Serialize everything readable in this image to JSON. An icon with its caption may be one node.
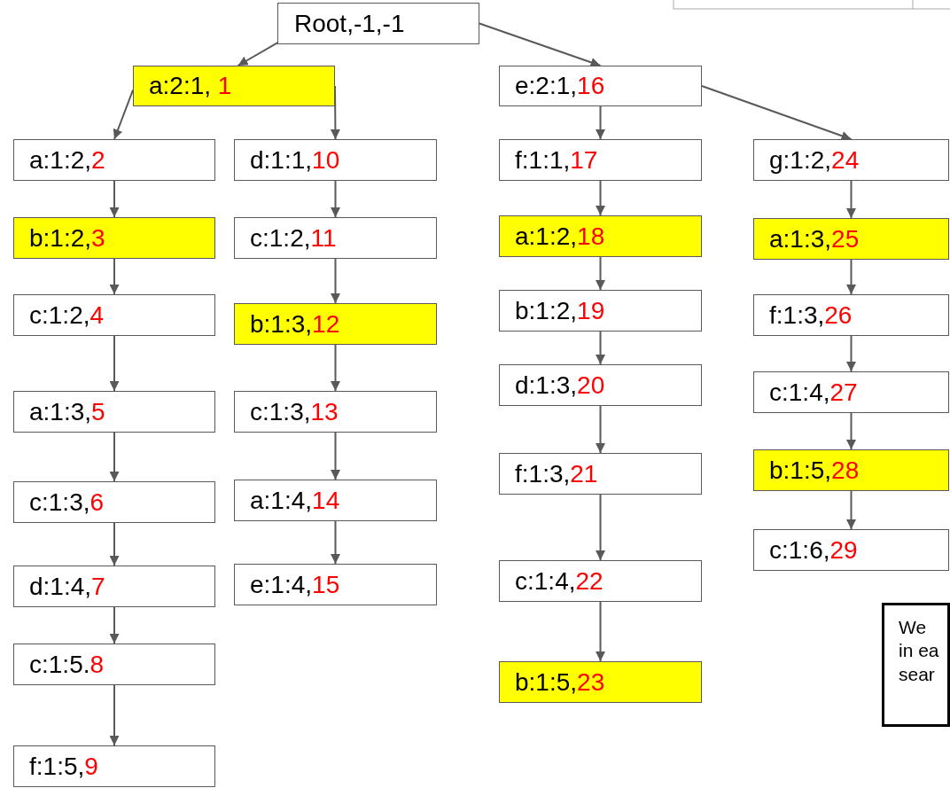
{
  "diagram": {
    "nodes": [
      {
        "text": [
          "Root,-1,-1"
        ]
      },
      {
        "text": [
          "a:2:1, ",
          "1"
        ]
      },
      {
        "text": [
          "a:1:2,",
          "2"
        ]
      },
      {
        "text": [
          "b:1:2,",
          "3"
        ]
      },
      {
        "text": [
          "c:1:2,",
          "4"
        ]
      },
      {
        "text": [
          "a:1:3,",
          "5"
        ]
      },
      {
        "text": [
          "c:1:3,",
          "6"
        ]
      },
      {
        "text": [
          "d:1:4,",
          "7"
        ]
      },
      {
        "text": [
          "c:1:5.",
          "8"
        ]
      },
      {
        "text": [
          "f:1:5,",
          "9"
        ]
      },
      {
        "text": [
          "d:1:1,",
          "10"
        ]
      },
      {
        "text": [
          "c:1:2,",
          "11"
        ]
      },
      {
        "text": [
          "b:1:3,",
          "12"
        ]
      },
      {
        "text": [
          "c:1:3,",
          "13"
        ]
      },
      {
        "text": [
          "a:1:4,",
          "14"
        ]
      },
      {
        "text": [
          "e:1:4,",
          "15"
        ]
      },
      {
        "text": [
          "e:2:1,",
          "16"
        ]
      },
      {
        "text": [
          "f:1:1,",
          "17"
        ]
      },
      {
        "text": [
          "a:1:2,",
          "18"
        ]
      },
      {
        "text": [
          "b:1:2,",
          "19"
        ]
      },
      {
        "text": [
          "d:1:3,",
          "20"
        ]
      },
      {
        "text": [
          "f:1:3,",
          "21"
        ]
      },
      {
        "text": [
          "c:1:4,",
          "22"
        ]
      },
      {
        "text": [
          "b:1:5,",
          "23"
        ]
      },
      {
        "text": [
          "g:1:2,",
          "24"
        ]
      },
      {
        "text": [
          "a:1:3,",
          "25"
        ]
      },
      {
        "text": [
          "f:1:3,",
          "26"
        ]
      },
      {
        "text": [
          "c:1:4,",
          "27"
        ]
      },
      {
        "text": [
          "b:1:5,",
          "28"
        ]
      },
      {
        "text": [
          "c:1:6,",
          "29"
        ]
      },
      {
        "text": [
          "We",
          "in ea",
          "sear"
        ]
      }
    ],
    "edges": [
      {
        "from": 0,
        "to": 1,
        "arrow": "to"
      },
      {
        "from": 0,
        "to": 16,
        "arrow": "to"
      },
      {
        "from": 1,
        "to": 2,
        "arrow": "to"
      },
      {
        "from": 1,
        "to": 10,
        "arrow": "to"
      },
      {
        "from": 2,
        "to": 3,
        "arrow": "to"
      },
      {
        "from": 3,
        "to": 4,
        "arrow": "to"
      },
      {
        "from": 4,
        "to": 5,
        "arrow": "to"
      },
      {
        "from": 5,
        "to": 6,
        "arrow": "to"
      },
      {
        "from": 6,
        "to": 7,
        "arrow": "to"
      },
      {
        "from": 7,
        "to": 8,
        "arrow": "to"
      },
      {
        "from": 8,
        "to": 9,
        "arrow": "to"
      },
      {
        "from": 10,
        "to": 11,
        "arrow": "to"
      },
      {
        "from": 11,
        "to": 12,
        "arrow": "to"
      },
      {
        "from": 12,
        "to": 13,
        "arrow": "to"
      },
      {
        "from": 13,
        "to": 14,
        "arrow": "to"
      },
      {
        "from": 14,
        "to": 15,
        "arrow": "to"
      },
      {
        "from": 16,
        "to": 17,
        "arrow": "to"
      },
      {
        "from": 16,
        "to": 24,
        "arrow": "to"
      },
      {
        "from": 17,
        "to": 18,
        "arrow": "to"
      },
      {
        "from": 18,
        "to": 19,
        "arrow": "to"
      },
      {
        "from": 19,
        "to": 20,
        "arrow": "to"
      },
      {
        "from": 20,
        "to": 21,
        "arrow": "to"
      },
      {
        "from": 21,
        "to": 22,
        "arrow": "to"
      },
      {
        "from": 22,
        "to": 23,
        "arrow": "to"
      },
      {
        "from": 24,
        "to": 25,
        "arrow": "to"
      },
      {
        "from": 25,
        "to": 26,
        "arrow": "to"
      },
      {
        "from": 26,
        "to": 27,
        "arrow": "to"
      },
      {
        "from": 27,
        "to": 28,
        "arrow": "to"
      },
      {
        "from": 28,
        "to": 29,
        "arrow": "to"
      }
    ]
  }
}
